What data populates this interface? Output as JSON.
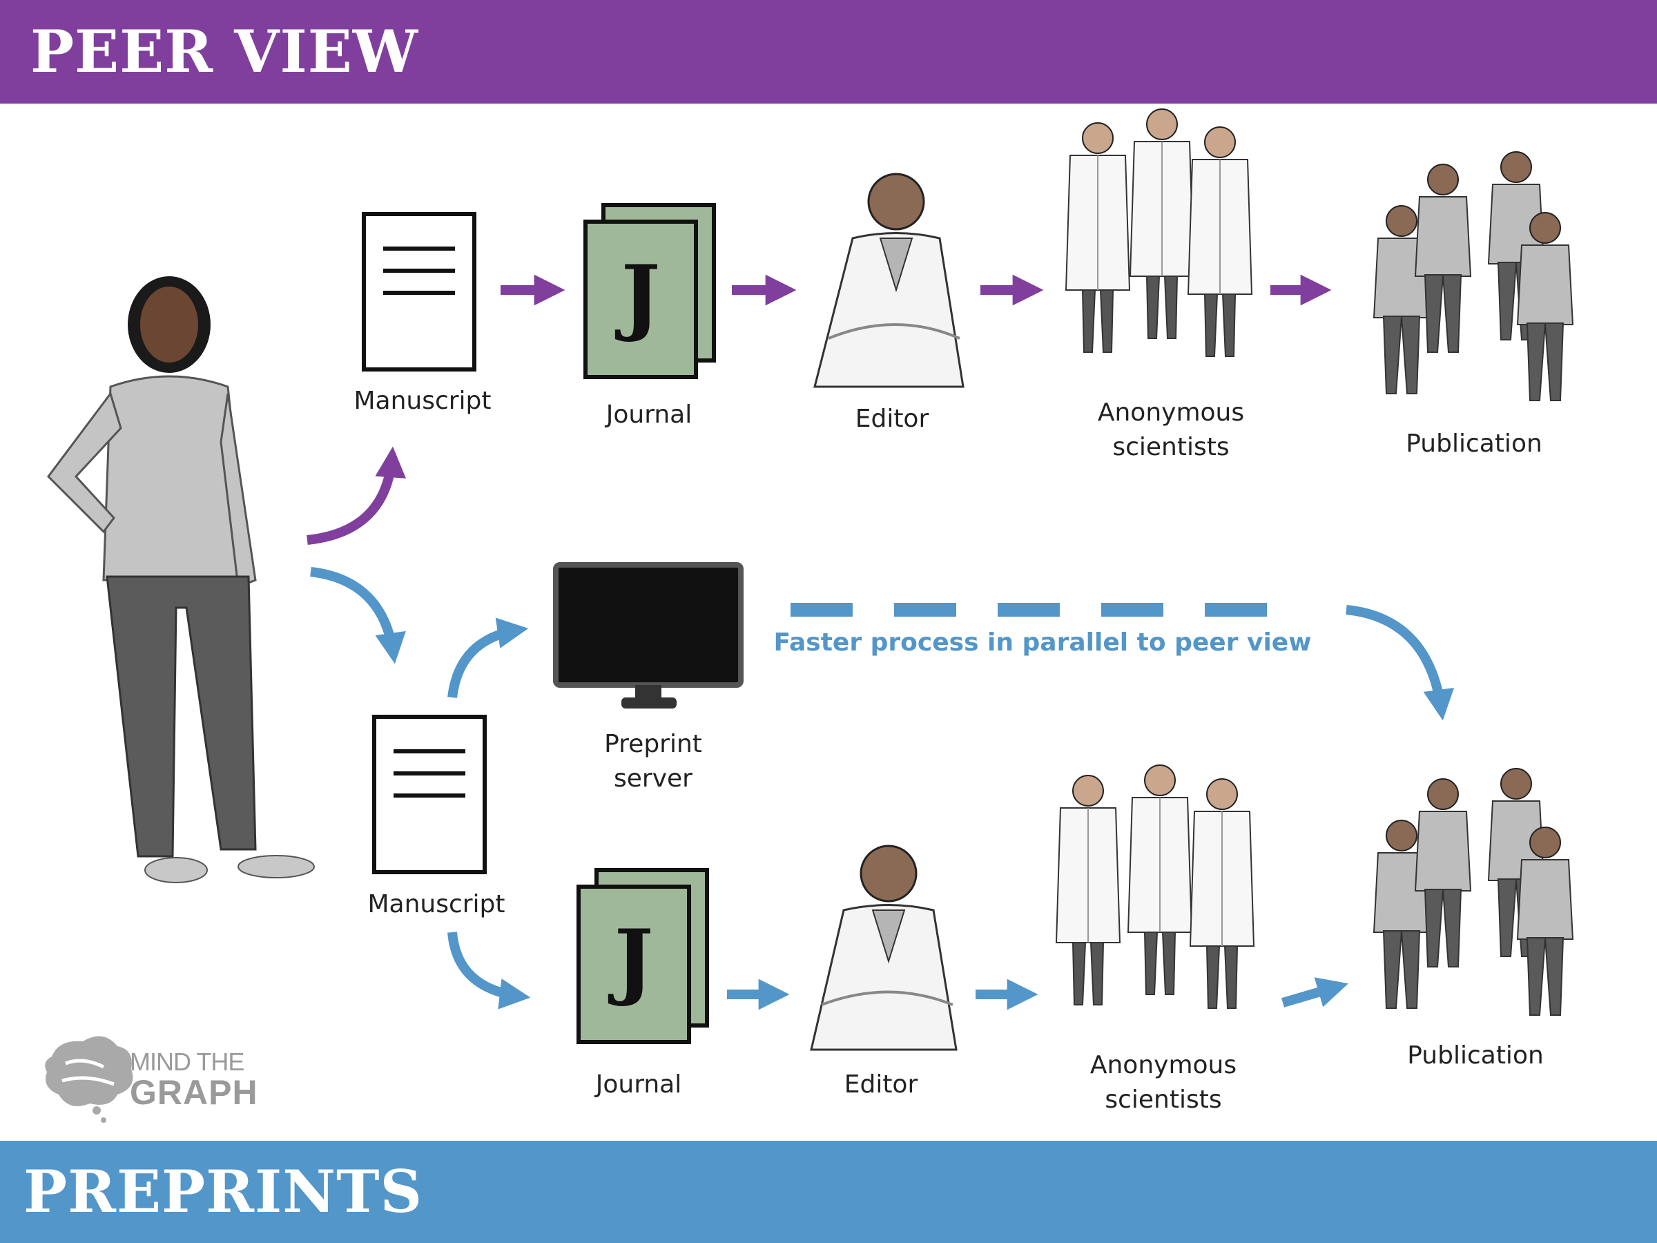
{
  "banners": {
    "top": "PEER VIEW",
    "bottom": "PREPRINTS"
  },
  "peer_view": {
    "manuscript": "Manuscript",
    "journal": "Journal",
    "journal_letter": "J",
    "editor": "Editor",
    "reviewers_line1": "Anonymous",
    "reviewers_line2": "scientists",
    "publication": "Publication"
  },
  "preprints": {
    "preprint_line1": "Preprint",
    "preprint_line2": "server",
    "parallel_note": "Faster process in parallel to peer view",
    "manuscript": "Manuscript",
    "journal": "Journal",
    "journal_letter": "J",
    "editor": "Editor",
    "reviewers_line1": "Anonymous",
    "reviewers_line2": "scientists",
    "publication": "Publication"
  },
  "logo": {
    "line1": "MIND THE",
    "line2": "GRAPH"
  },
  "colors": {
    "peer_view": "#803f9d",
    "preprints": "#5396c9",
    "journal_fill": "#9fb89a"
  }
}
